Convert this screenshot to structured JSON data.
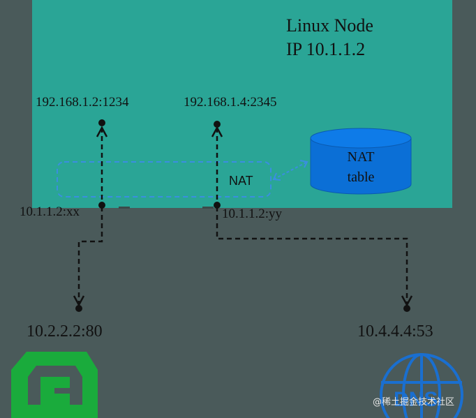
{
  "node": {
    "title": "Linux Node",
    "ip_label": "IP 10.1.1.2"
  },
  "addresses": {
    "pod1": "192.168.1.2:1234",
    "pod2": "192.168.1.4:2345",
    "snat1": "10.1.1.2:xx",
    "snat2": "10.1.1.2:yy",
    "dest1": "10.2.2.2:80",
    "dest2": "10.4.4.4:53"
  },
  "nat": {
    "label": "NAT",
    "table_line1": "NAT",
    "table_line2": "table"
  },
  "icons": {
    "dest1_icon": "nginx-logo-icon",
    "dest2_icon": "dns-globe-icon"
  },
  "watermark": "@稀土掘金技术社区",
  "colors": {
    "background": "#4a5a5a",
    "node_fill": "#2aa596",
    "db_fill": "#0b6fd6",
    "nat_border": "#3a8fe0",
    "nginx_green": "#1aab3c",
    "dns_blue": "#1a6fd0"
  }
}
